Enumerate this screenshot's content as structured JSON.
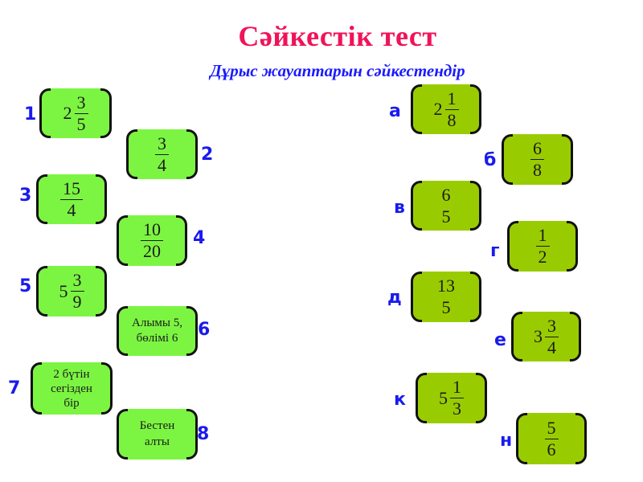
{
  "header": {
    "title": "Сәйкестік тест",
    "subtitle": "Дұрыс жауаптарын сәйкестендір"
  },
  "left_items": [
    {
      "label": "1",
      "type": "mixed",
      "whole": "2",
      "num": "3",
      "den": "5"
    },
    {
      "label": "2",
      "type": "fraction",
      "num": "3",
      "den": "4"
    },
    {
      "label": "3",
      "type": "fraction",
      "num": "15",
      "den": "4"
    },
    {
      "label": "4",
      "type": "fraction",
      "num": "10",
      "den": "20"
    },
    {
      "label": "5",
      "type": "mixed",
      "whole": "5",
      "num": "3",
      "den": "9"
    },
    {
      "label": "6",
      "type": "text",
      "line1": "Алымы 5,",
      "line2": "бөлімі 6"
    },
    {
      "label": "7",
      "type": "text",
      "line1": "2 бүтін",
      "line2": "сегізден",
      "line3": "бір"
    },
    {
      "label": "8",
      "type": "text",
      "line1": "Бестен",
      "line2": "алты"
    }
  ],
  "right_items": [
    {
      "label": "а",
      "type": "mixed",
      "whole": "2",
      "num": "1",
      "den": "8"
    },
    {
      "label": "б",
      "type": "fraction",
      "num": "6",
      "den": "8"
    },
    {
      "label": "в",
      "type": "fraction",
      "num": "6",
      "den": "5"
    },
    {
      "label": "г",
      "type": "fraction",
      "num": "1",
      "den": "2"
    },
    {
      "label": "д",
      "type": "fraction",
      "num": "13",
      "den": "5"
    },
    {
      "label": "е",
      "type": "mixed",
      "whole": "3",
      "num": "3",
      "den": "4"
    },
    {
      "label": "к",
      "type": "mixed",
      "whole": "5",
      "num": "1",
      "den": "3"
    },
    {
      "label": "н",
      "type": "fraction",
      "num": "5",
      "den": "6"
    }
  ],
  "colors": {
    "title": "#f0135a",
    "subtitle": "#1a1aff",
    "left_card": "#7cf542",
    "right_card": "#99cc00",
    "labels": "#1a1aee"
  }
}
